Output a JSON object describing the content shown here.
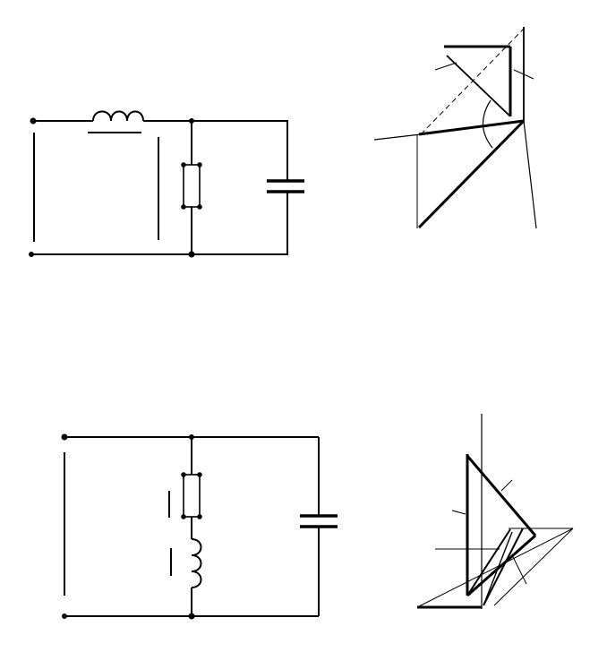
{
  "diagrams": [
    {
      "kind": "series-L-parallel-RC-circuit"
    },
    {
      "kind": "phasor-diagram-circuit-1"
    },
    {
      "kind": "parallel-RL-C-circuit"
    },
    {
      "kind": "phasor-diagram-circuit-2"
    }
  ],
  "colors": {
    "ink": "#000000",
    "background": "#ffffff"
  },
  "icons": [
    "arrow-head",
    "inductor-coil",
    "resistor-box",
    "capacitor-plates"
  ]
}
